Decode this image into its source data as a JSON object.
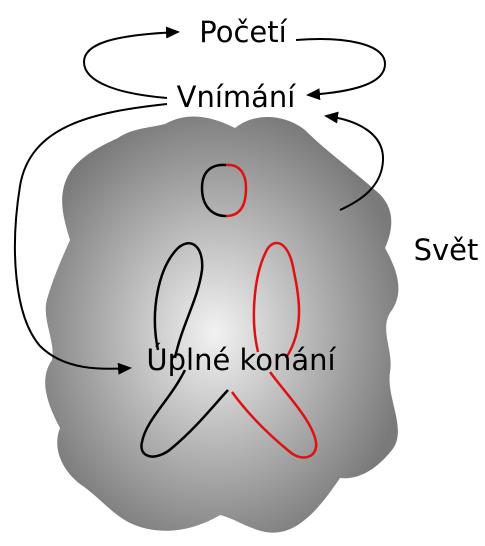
{
  "labels": {
    "conception": "Početí",
    "perception": "Vnímání",
    "world": "Svět",
    "complete_action": "Úplné konání"
  },
  "colors": {
    "stroke_primary": "#000000",
    "stroke_accent": "#e01010",
    "blob_center": "#f2f2f2",
    "blob_edge": "#7a7a7a",
    "background": "#ffffff"
  }
}
